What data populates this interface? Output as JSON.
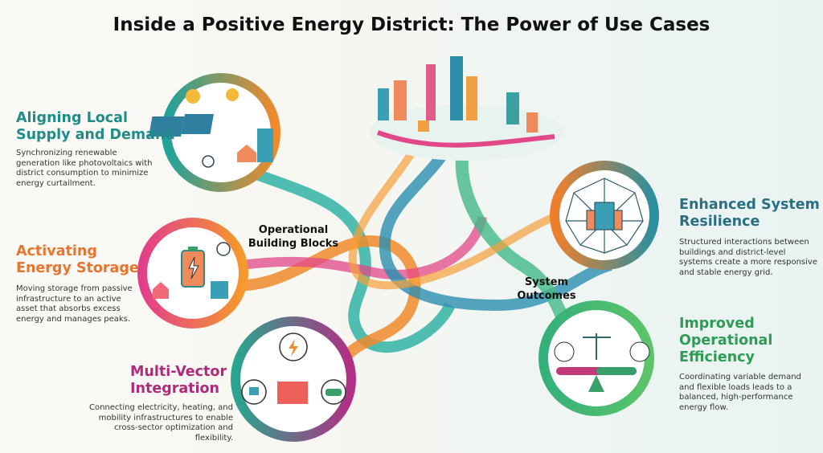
{
  "title": "Inside a Positive Energy District: The Power of Use Cases",
  "building_blocks_label": [
    "Operational",
    "Building Blocks"
  ],
  "system_outcomes_label": [
    "System",
    "Outcomes"
  ],
  "use_cases": [
    {
      "heading": [
        "Aligning Local",
        "Supply and Demand"
      ],
      "body": "Synchronizing renewable generation like photovoltaics with district consumption to minimize energy curtailment.",
      "color": "#1f8c88",
      "icon": "solar-panel-house-icon"
    },
    {
      "heading": [
        "Activating",
        "Energy Storage"
      ],
      "body": "Moving storage from passive infrastructure to an active asset that absorbs excess energy and manages peaks.",
      "color": "#e8752f",
      "icon": "battery-icon"
    },
    {
      "heading": [
        "Multi-Vector",
        "Integration"
      ],
      "body": "Connecting electricity, heating, and mobility infrastructures to enable cross-sector optimization and flexibility.",
      "color": "#b02a7c",
      "icon": "plug-radiator-car-icon"
    }
  ],
  "outcomes": [
    {
      "heading": [
        "Enhanced System",
        "Resilience"
      ],
      "body": "Structured interactions between buildings and district-level systems create a more responsive and stable energy grid.",
      "color": "#2b6f84",
      "icon": "network-building-icon"
    },
    {
      "heading": [
        "Improved",
        "Operational",
        "Efficiency"
      ],
      "body": "Coordinating variable demand and flexible loads leads to a balanced, high-performance energy flow.",
      "color": "#2e9c55",
      "icon": "balance-scale-icon"
    }
  ]
}
